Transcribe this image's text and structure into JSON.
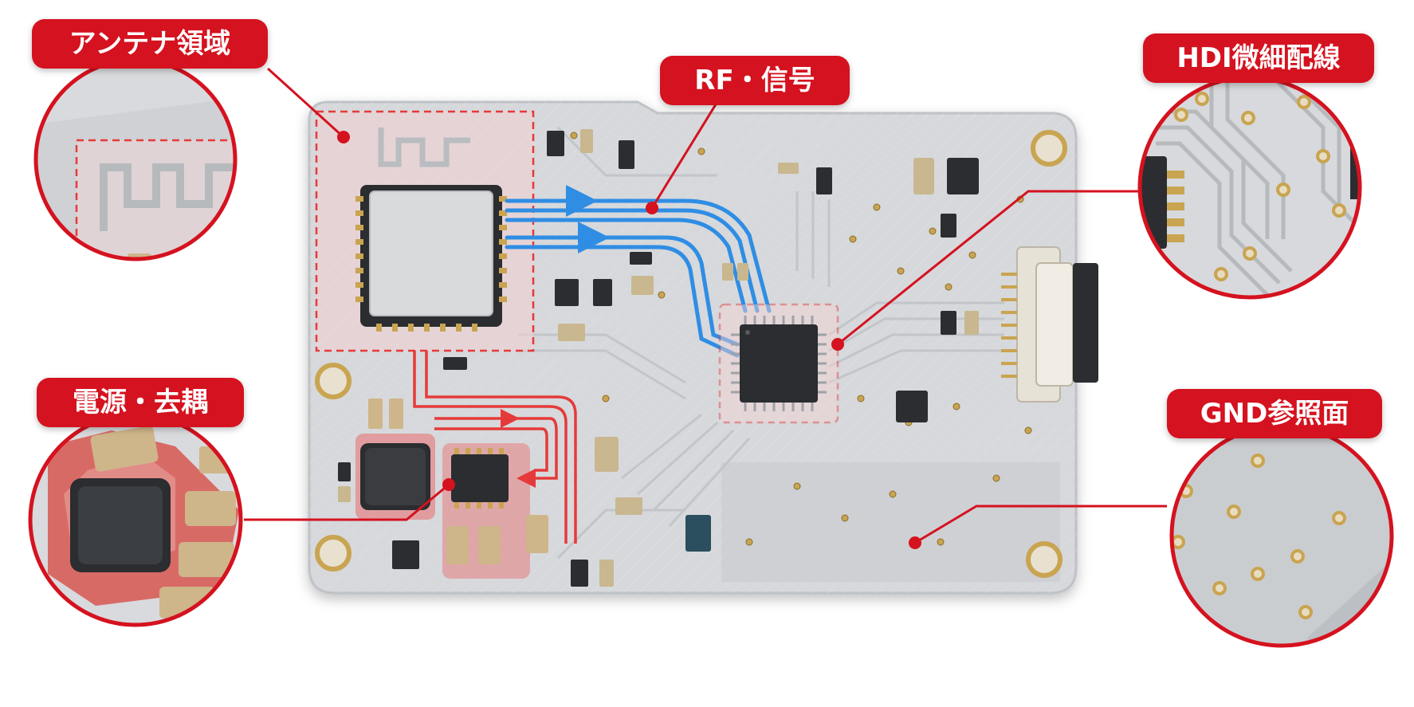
{
  "labels": {
    "antenna": "アンテナ領域",
    "rf_signal": "RF・信号",
    "hdi": "HDI微細配線",
    "power": "電源・去耦",
    "gnd": "GND参照面"
  },
  "colors": {
    "accent_red": "#d5121f",
    "rf_trace_blue": "#2f8de4",
    "power_trace_red": "#e53a3a",
    "board_gray": "#d5d7da",
    "chip_dark": "#2b2d30",
    "pad_gold": "#c9a451"
  }
}
